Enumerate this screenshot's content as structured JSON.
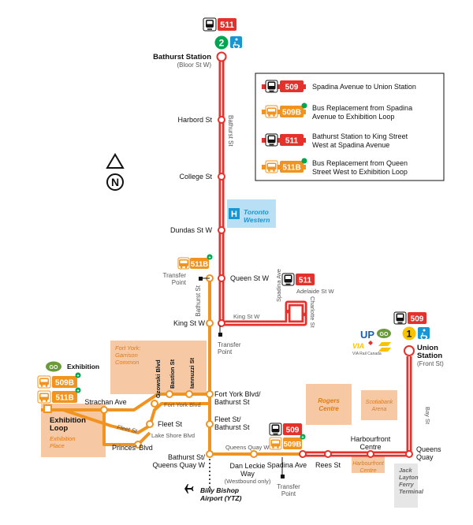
{
  "colors": {
    "streetcar_red": "#e4312b",
    "bus_orange": "#f0931f",
    "line2_green": "#00a54f",
    "line1_yellow": "#f8c300",
    "accessible_blue": "#1896d3",
    "area_fill": "#f6c9a4",
    "hospital_blue": "#b8dff4"
  },
  "top_badges": {
    "route": "511",
    "line": "2"
  },
  "legend": [
    {
      "route": "509",
      "kind": "streetcar",
      "text1": "Spadina Avenue to Union Station",
      "text2": ""
    },
    {
      "route": "509B",
      "kind": "bus",
      "text1": "Bus Replacement from Spadina",
      "text2": "Avenue to Exhibition Loop"
    },
    {
      "route": "511",
      "kind": "streetcar",
      "text1": "Bathurst Station to King Street",
      "text2": "West at Spadina Avenue"
    },
    {
      "route": "511B",
      "kind": "bus",
      "text1": "Bus Replacement from Queen",
      "text2": "Street West to Exhibition Loop"
    }
  ],
  "north_label": "N",
  "stations": {
    "bathurst_station": "Bathurst Station",
    "bathurst_sub": "(Bloor St W)",
    "union_station": "Union Station",
    "union_sub": "(Front St)",
    "exhibition_loop": "Exhibition Loop"
  },
  "stops": {
    "harbord": "Harbord St",
    "college": "College St",
    "dundas": "Dundas St W",
    "queen": "Queen St W",
    "king": "King St W",
    "fort_york_1": "Fort York Blvd/",
    "fort_york_2": "Bathurst St",
    "fleet_bathurst_1": "Fleet St/",
    "fleet_bathurst_2": "Bathurst St",
    "bathurst_queens_1": "Bathurst St/",
    "bathurst_queens_2": "Queens Quay W",
    "dan_leckie_1": "Dan Leckie",
    "dan_leckie_2": "Way",
    "dan_leckie_3": "(Westbound only)",
    "spadina_ave": "Spadina Ave",
    "rees": "Rees St",
    "harbourfront_1": "Harbourfront",
    "harbourfront_2": "Centre",
    "queens_quay_1": "Queens",
    "queens_quay_2": "Quay",
    "strachan": "Strachan Ave",
    "fleet": "Fleet St",
    "princes": "Princes' Blvd"
  },
  "streets": {
    "bathurst_st_upper": "Bathurst St",
    "bathurst_st_lower": "Bathurst St",
    "king_st_w": "King St W",
    "spadina_ave": "Spadina Ave",
    "charlotte_st": "Charlotte St",
    "adelaide_st_w": "Adelaide St W",
    "fort_york_blvd": "Fort York Blvd",
    "lake_shore_blvd": "Lake Shore Blvd",
    "fleet_st": "Fleet St",
    "queens_quay_w": "Queens Quay W",
    "gzowski_blvd": "Gzowski Blvd",
    "bastion_st": "Bastion St",
    "iannuzzi_st": "Iannuzzi St",
    "bay_st": "Bay St"
  },
  "landmarks": {
    "toronto_western_1": "Toronto",
    "toronto_western_2": "Western",
    "hospital_letter": "H",
    "fort_york_1": "Fort York:",
    "fort_york_2": "Garrison",
    "fort_york_3": "Common",
    "rogers_1": "Rogers",
    "rogers_2": "Centre",
    "scotiabank_1": "Scotiabank",
    "scotiabank_2": "Arena",
    "exhibition_place_1": "Exhibition",
    "exhibition_place_2": "Place",
    "harbourfront_centre_1": "Harbourfront",
    "harbourfront_centre_2": "Centre",
    "jack_layton_1": "Jack",
    "jack_layton_2": "Layton",
    "jack_layton_3": "Ferry",
    "jack_layton_4": "Terminal",
    "billy_bishop_1": "Billy Bishop",
    "billy_bishop_2": "Airport (YTZ)"
  },
  "transfer_labels": {
    "queen_1": "Transfer",
    "queen_2": "Point",
    "king_1": "Transfer",
    "king_2": "Point",
    "spadina_1": "Transfer",
    "spadina_2": "Point"
  },
  "badges": {
    "queen_route": "511B",
    "king_spadina_route": "511",
    "spadina_routes": [
      "509",
      "509B"
    ],
    "union_route": "509",
    "union_line": "1",
    "exhibition_routes": [
      "509B",
      "511B"
    ],
    "exhibition_label": "Exhibition",
    "up_label": "UP",
    "via_label": "VIA Rail Canada"
  }
}
